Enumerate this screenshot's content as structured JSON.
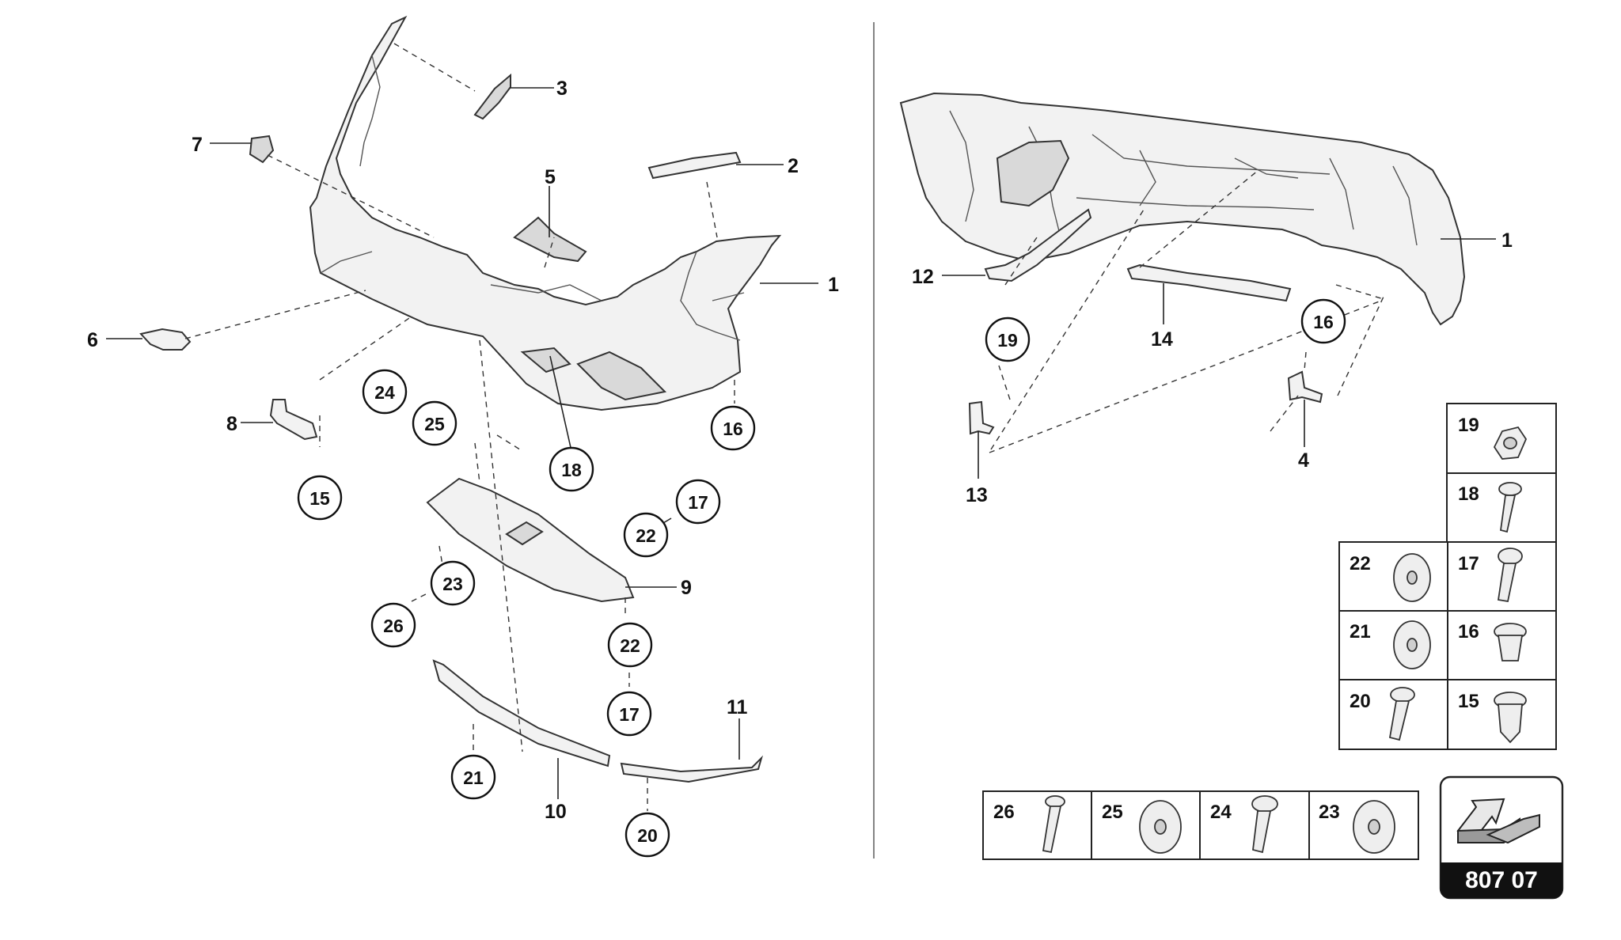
{
  "diagram_code": "807 07",
  "left_labels": {
    "p1": "1",
    "p2": "2",
    "p3": "3",
    "p5": "5",
    "p6": "6",
    "p7": "7",
    "p8": "8",
    "p9": "9",
    "p10": "10",
    "p11": "11"
  },
  "left_circles": {
    "c16": "16",
    "c18": "18",
    "c15": "15",
    "c24": "24",
    "c25": "25",
    "c17a": "17",
    "c22a": "22",
    "c23": "23",
    "c26": "26",
    "c22b": "22",
    "c17b": "17",
    "c21": "21",
    "c20": "20"
  },
  "right_labels": {
    "p1": "1",
    "p12": "12",
    "p13": "13",
    "p14": "14",
    "p4": "4"
  },
  "right_circles": {
    "c19": "19",
    "c16": "16"
  },
  "hardware_grid": {
    "g19": "19",
    "g18": "18",
    "g22": "22",
    "g17": "17",
    "g21": "21",
    "g16": "16",
    "g20": "20",
    "g15": "15"
  },
  "hardware_row": {
    "r26": "26",
    "r25": "25",
    "r24": "24",
    "r23": "23"
  }
}
